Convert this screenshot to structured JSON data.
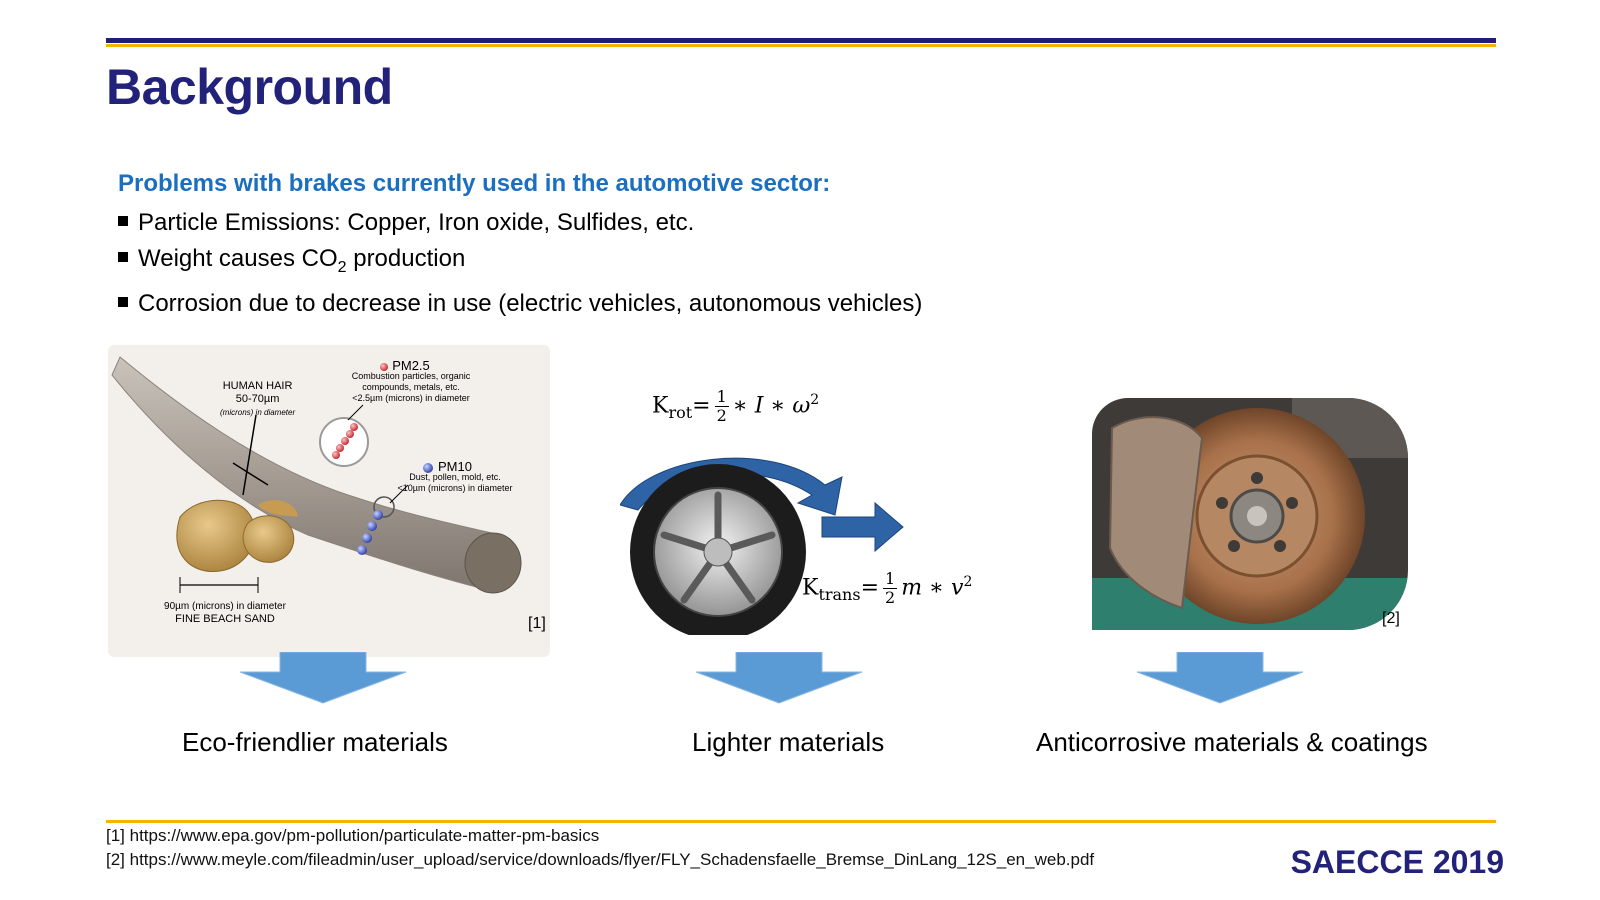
{
  "slide": {
    "title": "Background",
    "subtitle": "Problems with brakes currently used in the automotive sector:",
    "bullets": {
      "b1": "Particle Emissions: Copper, Iron oxide, Sulfides, etc.",
      "b2_pre": "Weight causes CO",
      "b2_sub": "2",
      "b2_post": " production",
      "b3": "Corrosion due to decrease in use (electric vehicles, autonomous vehicles)"
    }
  },
  "figure_hair": {
    "human_hair": "HUMAN HAIR",
    "hair_size": "50-70µm",
    "hair_unit": "(microns) in diameter",
    "pm25": "PM2.5",
    "pm25_desc1": "Combustion particles, organic",
    "pm25_desc2": "compounds, metals, etc.",
    "pm25_size": "<2.5µm (microns) in diameter",
    "pm10": "PM10",
    "pm10_desc": "Dust, pollen, mold, etc.",
    "pm10_size": "<10µm (microns) in diameter",
    "sand_size": "90µm (microns) in diameter",
    "sand_label": "FINE BEACH SAND",
    "ref": "[1]"
  },
  "figure_wheel": {
    "k_rot": "K",
    "k_rot_sub": "rot",
    "k_rot_rhs": "∗ I ∗ ω",
    "k_trans": "K",
    "k_trans_sub": "trans",
    "k_trans_rhs": "m ∗ v",
    "half_num": "1",
    "half_den": "2",
    "sq": "2",
    "eq": "="
  },
  "figure_brake": {
    "ref": "[2]"
  },
  "captions": {
    "c1": "Eco-friendlier materials",
    "c2": "Lighter materials",
    "c3": "Anticorrosive materials & coatings"
  },
  "footer": {
    "ref1": "[1] https://www.epa.gov/pm-pollution/particulate-matter-pm-basics",
    "ref2": "[2] https://www.meyle.com/fileadmin/user_upload/service/downloads/flyer/FLY_Schadensfaelle_Bremse_DinLang_12S_en_web.pdf",
    "conference": "SAECCE 2019"
  },
  "colors": {
    "title": "#22227a",
    "subtitle": "#1a6fc0",
    "rule_navy": "#1f1f7a",
    "rule_gold": "#f4b400",
    "arrow_blue": "#5b9bd5"
  }
}
